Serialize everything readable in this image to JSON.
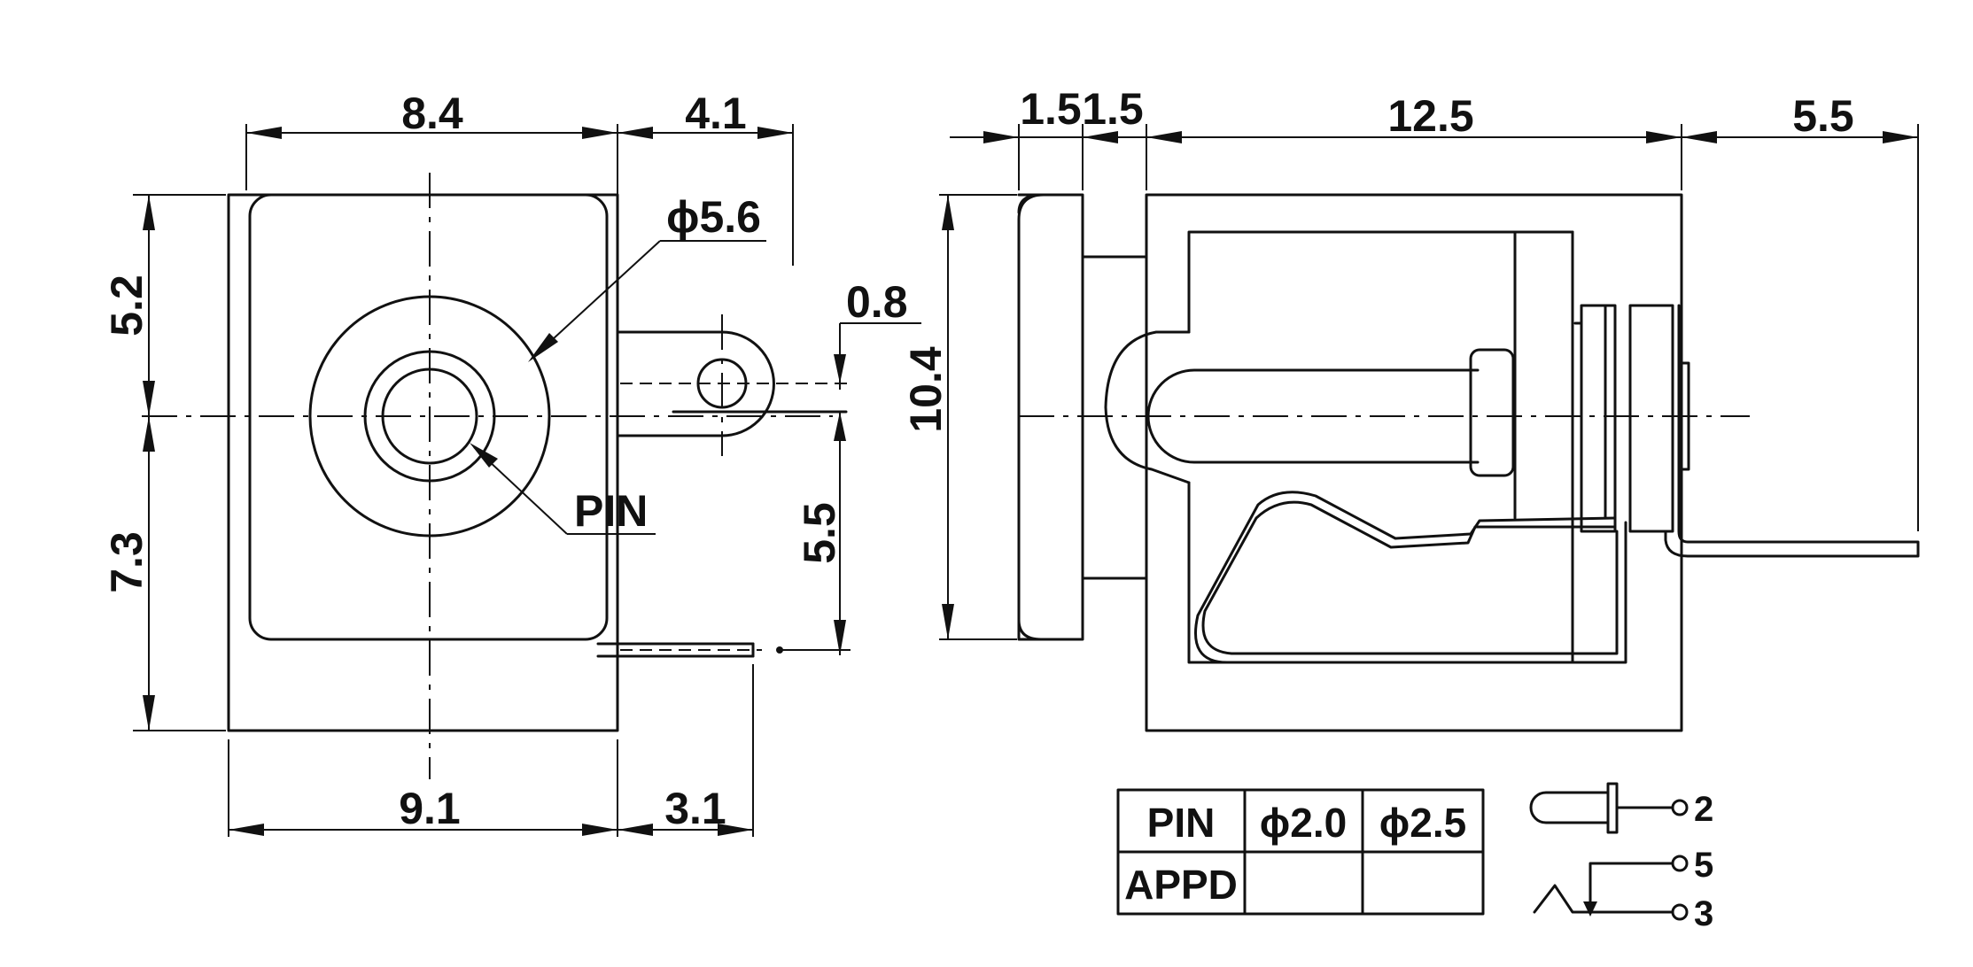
{
  "dims": {
    "front_top_width": "8.4",
    "front_top_tab": "4.1",
    "front_left_upper": "5.2",
    "front_left_lower": "7.3",
    "front_bottom_width": "9.1",
    "front_bottom_tab": "3.1",
    "hole_diameter": "ϕ5.6",
    "tab_thickness": "0.8",
    "tab_offset": "5.5",
    "side_flange_1": "1.5",
    "side_flange_2": "1.5",
    "side_body": "12.5",
    "side_pin": "5.5",
    "side_height": "10.4"
  },
  "labels": {
    "pin": "PIN"
  },
  "table": {
    "header": [
      "PIN",
      "ϕ2.0",
      "ϕ2.5"
    ],
    "row_label": "APPD",
    "row_values": [
      "",
      ""
    ]
  },
  "terminals": [
    "2",
    "5",
    "3"
  ]
}
